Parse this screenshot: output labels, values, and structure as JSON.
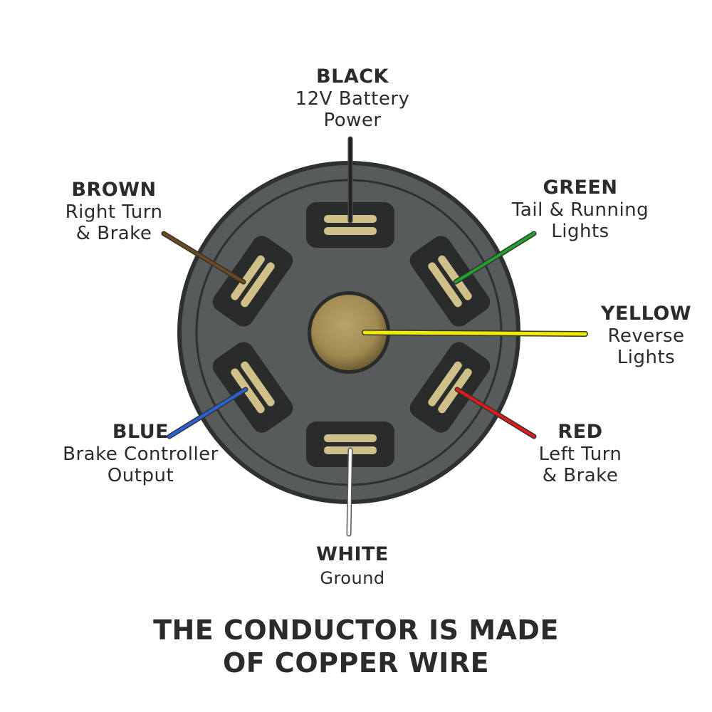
{
  "pins": {
    "black": {
      "name": "BLACK",
      "desc": "12V Battery\nPower",
      "color": "#222222"
    },
    "brown": {
      "name": "BROWN",
      "desc": "Right Turn\n& Brake",
      "color": "#6b4a1e"
    },
    "green": {
      "name": "GREEN",
      "desc": "Tail & Running\nLights",
      "color": "#22a12a"
    },
    "yellow": {
      "name": "YELLOW",
      "desc": "Reverse\nLights",
      "color": "#f2ea00"
    },
    "red": {
      "name": "RED",
      "desc": "Left Turn\n& Brake",
      "color": "#e01a1a"
    },
    "blue": {
      "name": "BLUE",
      "desc": "Brake Controller\nOutput",
      "color": "#2a62d6"
    },
    "white": {
      "name": "WHITE",
      "desc": "Ground",
      "color": "#ffffff"
    }
  },
  "footer": "THE CONDUCTOR IS MADE\nOF COPPER WIRE",
  "colors": {
    "housing": "#575b5c",
    "housing_edge": "#2d3132",
    "socket": "#2a2b2b",
    "blade": "#cfc08a",
    "center_pin": "#a8935c"
  }
}
